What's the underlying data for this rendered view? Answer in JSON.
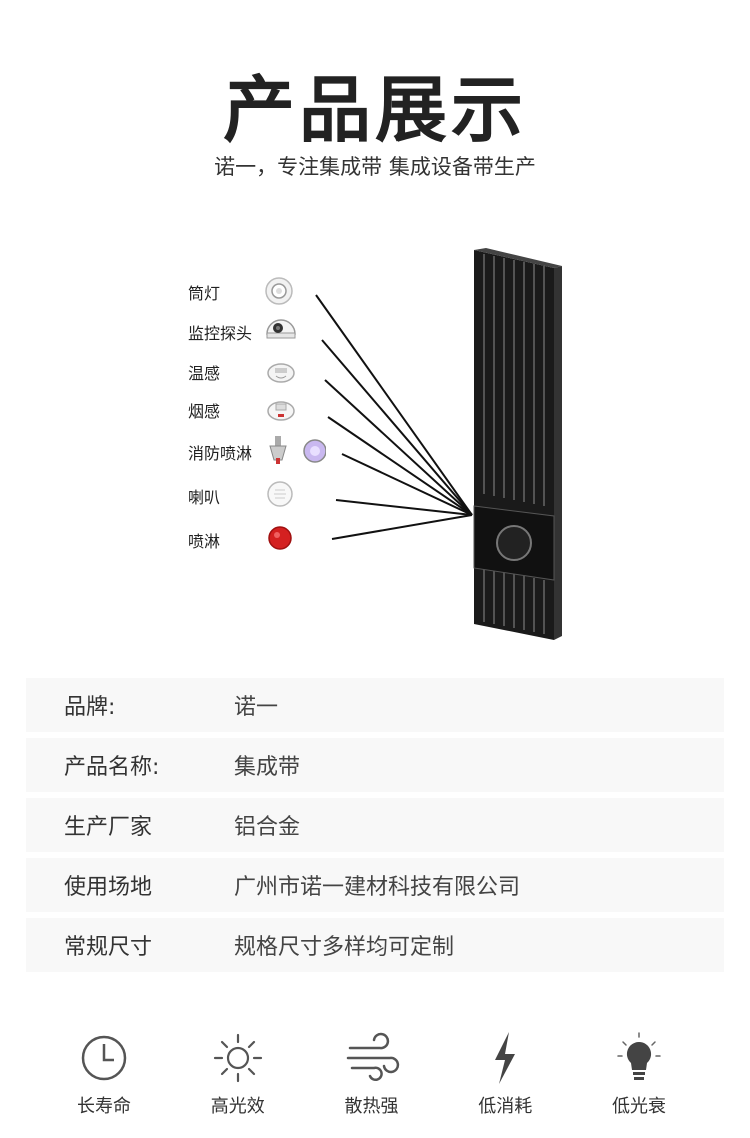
{
  "header": {
    "title": "产品展示",
    "subtitle": "诺一，专注集成带 集成设备带生产"
  },
  "diagram": {
    "devices": [
      {
        "label": "筒灯",
        "icon": "downlight-icon"
      },
      {
        "label": "监控探头",
        "icon": "camera-icon"
      },
      {
        "label": "温感",
        "icon": "heat-detector-icon"
      },
      {
        "label": "烟感",
        "icon": "smoke-detector-icon"
      },
      {
        "label": "消防喷淋",
        "icon": "sprinkler-icon"
      },
      {
        "label": "喇叭",
        "icon": "speaker-icon"
      },
      {
        "label": "喷淋",
        "icon": "red-sprinkler-icon"
      }
    ]
  },
  "specs": [
    {
      "key": "品牌:",
      "value": "诺一"
    },
    {
      "key": "产品名称:",
      "value": "集成带"
    },
    {
      "key": "生产厂家",
      "value": "铝合金"
    },
    {
      "key": "使用场地",
      "value": "广州市诺一建材科技有限公司"
    },
    {
      "key": "常规尺寸",
      "value": "规格尺寸多样均可定制"
    }
  ],
  "features": [
    {
      "label": "长寿命",
      "icon": "clock-icon"
    },
    {
      "label": "高光效",
      "icon": "sun-icon"
    },
    {
      "label": "散热强",
      "icon": "wind-icon"
    },
    {
      "label": "低消耗",
      "icon": "lightning-icon"
    },
    {
      "label": "低光衰",
      "icon": "bulb-icon"
    }
  ],
  "colors": {
    "text": "#222222",
    "spec_bg": "#f8f8f8",
    "product": "#1a1a1a",
    "sprinkler_red": "#d42020"
  }
}
